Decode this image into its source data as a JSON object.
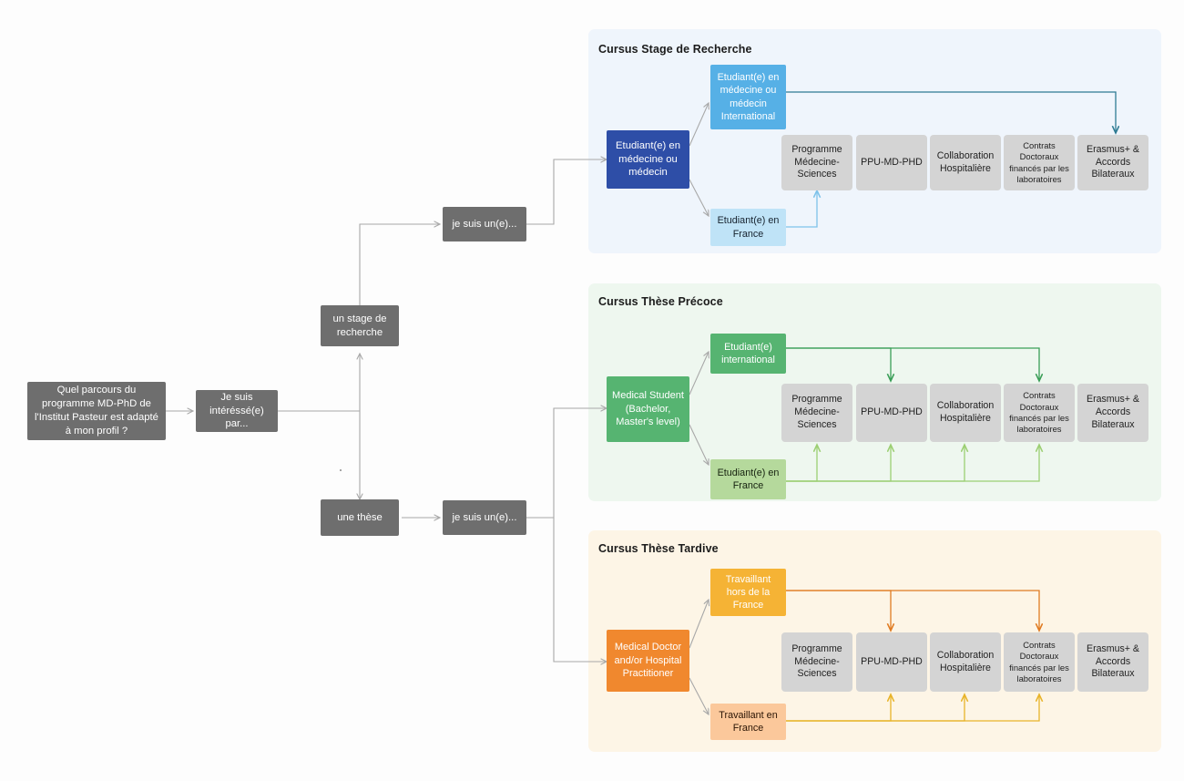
{
  "diagram": {
    "title": "Quel parcours du programme MD-PhD de l'Institut Pasteur est adapte a mon profil ?",
    "background": "#fdfdfd"
  },
  "root": {
    "question": "Quel parcours du programme MD-PhD de l'Institut Pasteur est adapté à mon profil ?",
    "interest": "Je suis intéréssé(e) par...",
    "branch_internship": "un stage de recherche",
    "branch_thesis": "une thèse",
    "who_top": "je suis un(e)...",
    "who_bottom": "je suis un(e)..."
  },
  "colors": {
    "grey_node": "#6e6e6e",
    "grey_option": "#d4d4d4",
    "panel_blue": "#eff5fc",
    "panel_green": "#eef7ef",
    "panel_orange": "#fdf5e6",
    "blue_dark": "#2e4ea7",
    "blue_mid": "#56b0e6",
    "blue_light": "#bfe3f7",
    "green_mid": "#56b471",
    "green_light": "#b5d99c",
    "orange_main": "#f0882e",
    "orange_mid": "#f5b335",
    "orange_light": "#fbc89b",
    "arrow_grey": "#a8a8a8",
    "arrow_blue_dark": "#2e7b93",
    "arrow_blue_light": "#7ec3ea",
    "arrow_green_dark": "#3a9e57",
    "arrow_green_light": "#9ccf73",
    "arrow_orange_dark": "#e07b22",
    "arrow_orange_light": "#e8b42a"
  },
  "sections": [
    {
      "id": "stage-recherche",
      "title": "Cursus Stage de Recherche",
      "profile": "Etudiant(e) en médecine ou médecin",
      "branch_international": "Etudiant(e) en médecine ou médecin International",
      "branch_france": "Etudiant(e) en France",
      "options": [
        "Programme Médecine-Sciences",
        "PPU-MD-PHD",
        "Collaboration Hospitalière",
        "Contrats Doctoraux financés par les laboratoires",
        "Erasmus+ & Accords Bilateraux"
      ],
      "international_links": [
        "Erasmus+ & Accords Bilateraux"
      ],
      "france_links": [
        "Programme Médecine-Sciences"
      ]
    },
    {
      "id": "these-precoce",
      "title": "Cursus Thèse Précoce",
      "profile": "Medical Student (Bachelor, Master's level)",
      "branch_international": "Etudiant(e) international",
      "branch_france": "Etudiant(e) en France",
      "options": [
        "Programme Médecine-Sciences",
        "PPU-MD-PHD",
        "Collaboration Hospitalière",
        "Contrats Doctoraux financés par les laboratoires",
        "Erasmus+ & Accords Bilateraux"
      ],
      "international_links": [
        "PPU-MD-PHD",
        "Contrats Doctoraux financés par les laboratoires"
      ],
      "france_links": [
        "Programme Médecine-Sciences",
        "PPU-MD-PHD",
        "Collaboration Hospitalière",
        "Contrats Doctoraux financés par les laboratoires"
      ]
    },
    {
      "id": "these-tardive",
      "title": "Cursus Thèse Tardive",
      "profile": "Medical Doctor and/or Hospital Practitioner",
      "branch_international": "Travaillant hors de la France",
      "branch_france": "Travaillant en France",
      "options": [
        "Programme Médecine-Sciences",
        "PPU-MD-PHD",
        "Collaboration Hospitalière",
        "Contrats Doctoraux financés par les laboratoires",
        "Erasmus+ & Accords Bilateraux"
      ],
      "international_links": [
        "PPU-MD-PHD",
        "Contrats Doctoraux financés par les laboratoires"
      ],
      "france_links": [
        "PPU-MD-PHD",
        "Collaboration Hospitalière",
        "Contrats Doctoraux financés par les laboratoires"
      ]
    }
  ]
}
